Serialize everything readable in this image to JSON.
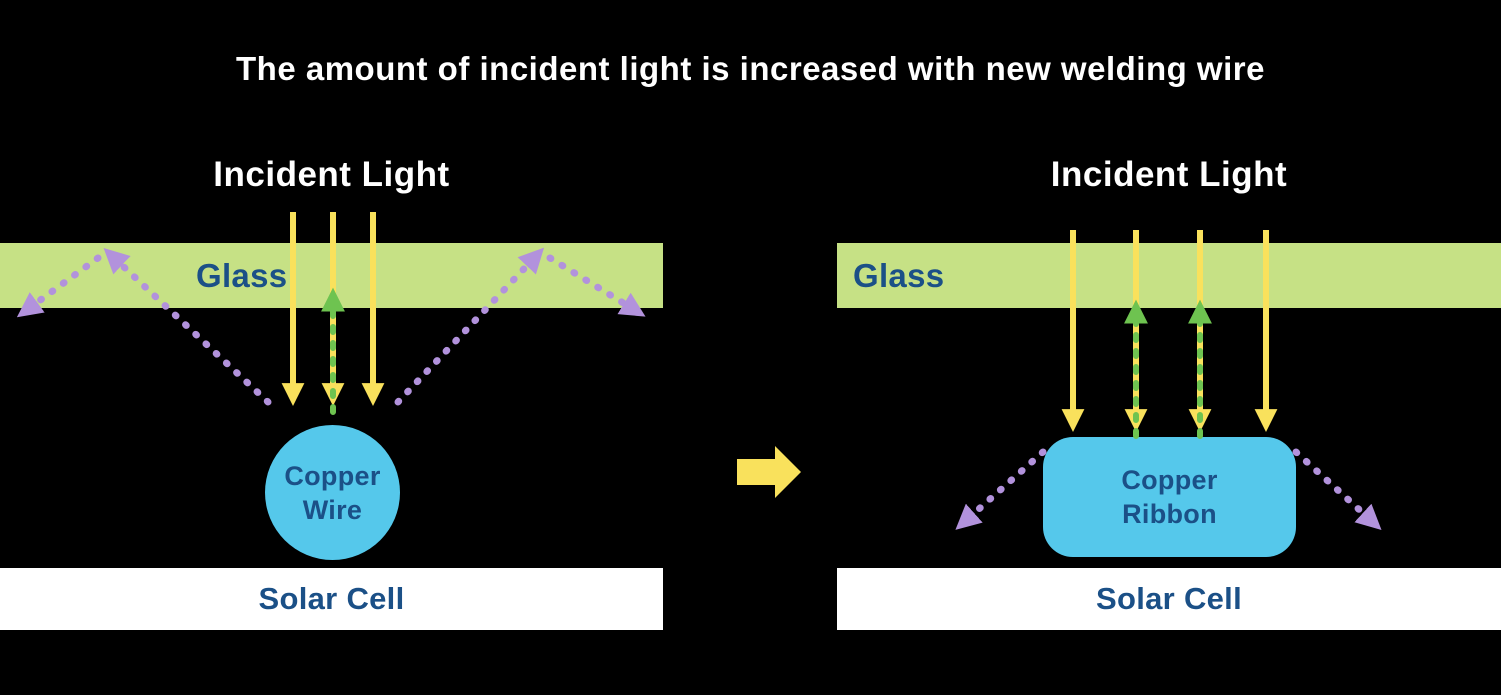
{
  "title": "The amount of incident light is increased with new welding wire",
  "colors": {
    "background": "#000000",
    "title_text": "#ffffff",
    "glass_fill": "#c6e185",
    "incident_light_yellow": "#f9e15c",
    "reflected_light_purple": "#b292dc",
    "returned_light_green": "#6ec350",
    "copper_cyan": "#55c8eb",
    "label_navy": "#1b5087",
    "solar_cell_fill": "#ffffff"
  },
  "left_diagram": {
    "incident_light_label": "Incident Light",
    "glass_label": "Glass",
    "copper_label_line1": "Copper",
    "copper_label_line2": "Wire",
    "solar_cell_label": "Solar Cell"
  },
  "right_diagram": {
    "incident_light_label": "Incident Light",
    "glass_label": "Glass",
    "copper_label_line1": "Copper",
    "copper_label_line2": "Ribbon",
    "solar_cell_label": "Solar Cell"
  }
}
